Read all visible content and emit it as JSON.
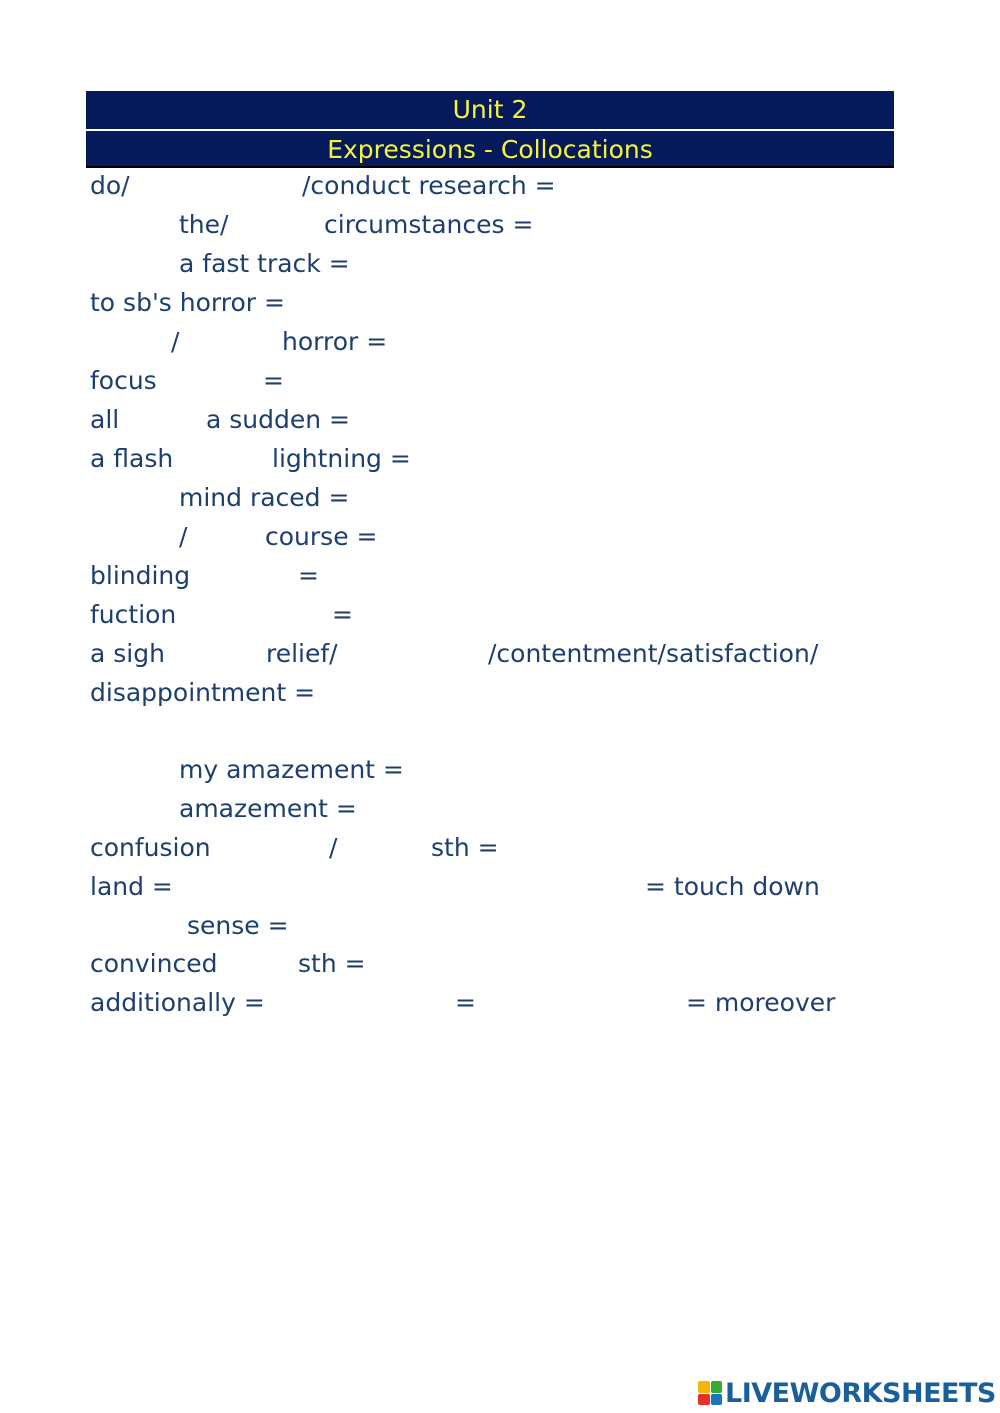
{
  "header": {
    "unit": "Unit 2",
    "subtitle": "Expressions - Collocations"
  },
  "lines": [
    {
      "parts": [
        "do/",
        "/conduct research ="
      ]
    },
    {
      "parts": [
        "the/",
        "circumstances ="
      ]
    },
    {
      "parts": [
        "a fast track ="
      ]
    },
    {
      "parts": [
        "to sb's horror ="
      ]
    },
    {
      "parts": [
        "/",
        "horror ="
      ]
    },
    {
      "parts": [
        "focus",
        "="
      ]
    },
    {
      "parts": [
        "all",
        "a sudden ="
      ]
    },
    {
      "parts": [
        "a flash",
        "lightning ="
      ]
    },
    {
      "parts": [
        "mind raced ="
      ]
    },
    {
      "parts": [
        "/",
        "course ="
      ]
    },
    {
      "parts": [
        "blinding",
        "="
      ]
    },
    {
      "parts": [
        "fuction",
        "="
      ]
    },
    {
      "parts": [
        "a sigh",
        "relief/",
        "/contentment/satisfaction/"
      ]
    },
    {
      "parts": [
        "disappointment ="
      ]
    },
    {
      "parts": [
        "my amazement ="
      ]
    },
    {
      "parts": [
        "amazement ="
      ]
    },
    {
      "parts": [
        "confusion",
        "/",
        "sth ="
      ]
    },
    {
      "parts": [
        "land =",
        "= touch down"
      ]
    },
    {
      "parts": [
        "sense ="
      ]
    },
    {
      "parts": [
        "convinced",
        "sth ="
      ]
    },
    {
      "parts": [
        "additionally =",
        "=",
        "= moreover"
      ]
    }
  ],
  "watermark": {
    "text": "LIVEWORKSHEETS",
    "colors": [
      "#f2b705",
      "#3aa935",
      "#e4322b",
      "#1b75bb"
    ]
  }
}
